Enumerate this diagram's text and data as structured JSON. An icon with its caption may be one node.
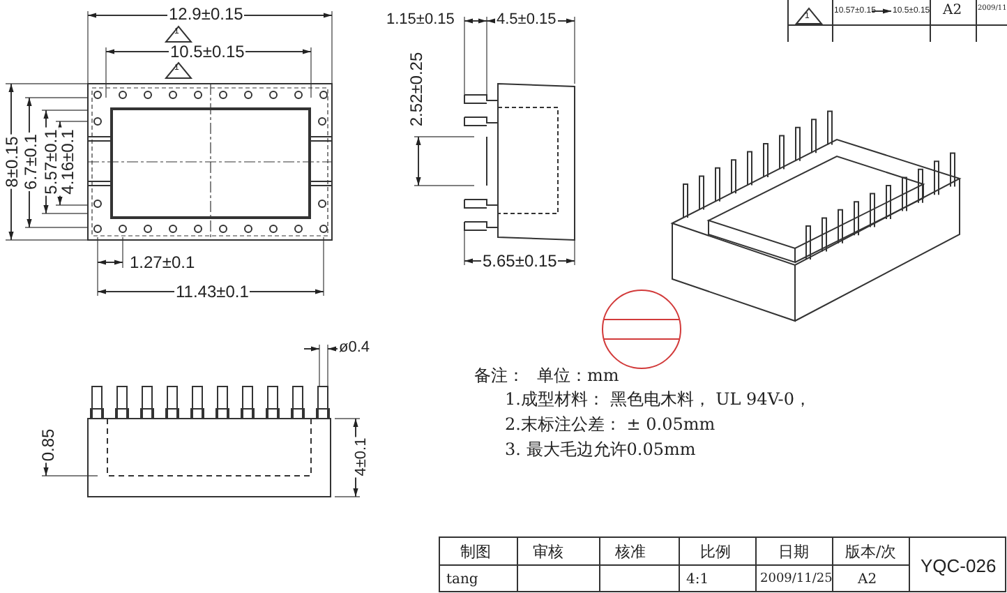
{
  "diagram": {
    "labels": [
      "1",
      "10.57±0.15",
      "10.5±0.15",
      "A2",
      "2009/11",
      "12.9±0.15",
      "1",
      "1.15±0.15",
      "4.5±0.15",
      "10.5±0.15",
      "1",
      "8±0.15",
      "6.7±0.1",
      "5.57±0.1",
      "4.16±0.1",
      "2.52±0.25",
      "1.27±0.1",
      "5.65±0.15",
      "11.43±0.1",
      "ø0.4",
      "备注：",
      "单位：mm",
      "1.成型材料：  黑色电木料，  UL 94V-0，",
      "2.末标注公差：  ± 0.05mm",
      "3.  最大毛边允许0.05mm",
      "0.85",
      "4±0.1",
      "制图",
      "审核",
      "核准",
      "比例",
      "日期",
      "版本/次",
      "YQC-026",
      "tang",
      "4:1",
      "2009/11/25",
      "A2"
    ]
  }
}
